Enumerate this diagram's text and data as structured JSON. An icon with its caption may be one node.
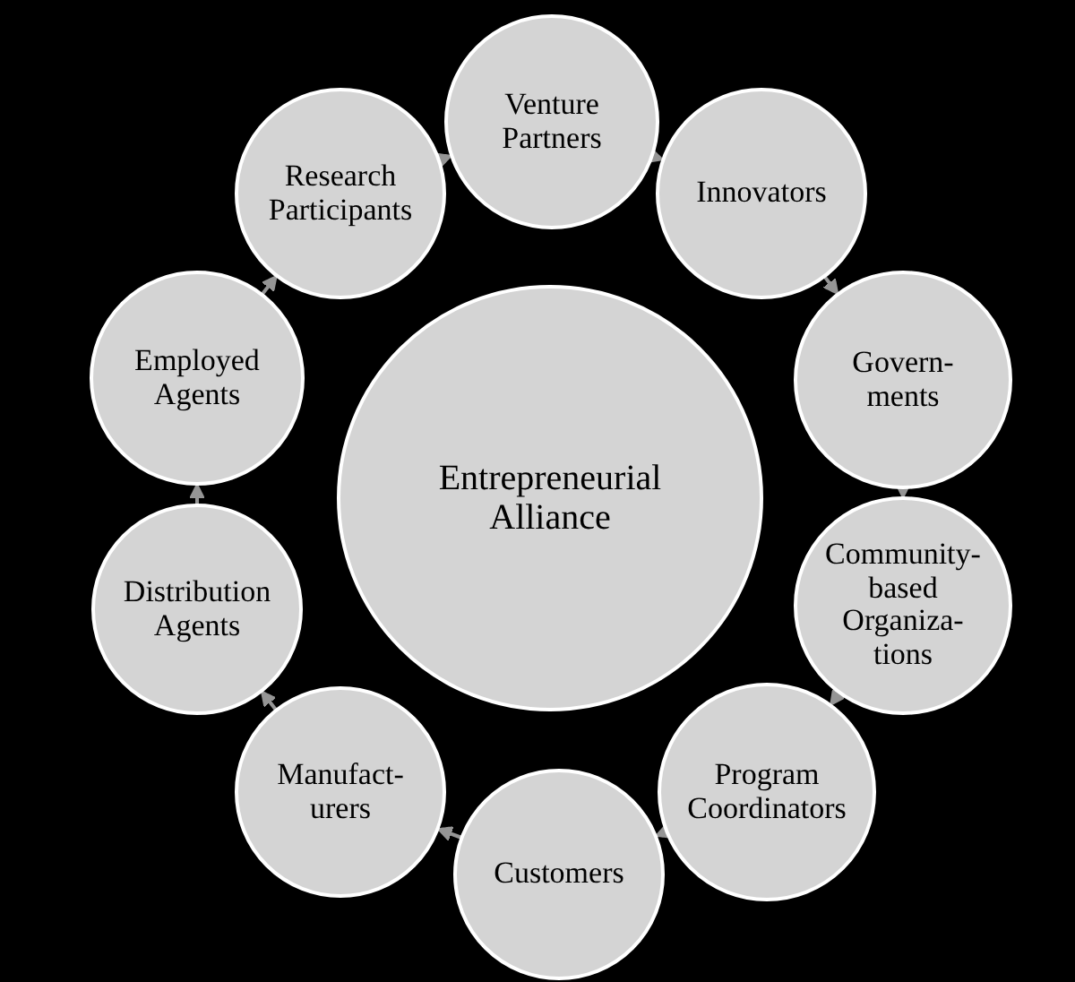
{
  "diagram": {
    "nodes": [
      {
        "text": [
          "Entrepreneurial Alliance"
        ]
      },
      {
        "text": [
          "Venture Partners"
        ]
      },
      {
        "text": [
          "Innovators"
        ]
      },
      {
        "text": [
          "Govern- ments"
        ]
      },
      {
        "text": [
          "Community- based Organiza- tions"
        ]
      },
      {
        "text": [
          "Program Coordinators"
        ]
      },
      {
        "text": [
          "Customers"
        ]
      },
      {
        "text": [
          "Manufact- urers"
        ]
      },
      {
        "text": [
          "Distribution Agents"
        ]
      },
      {
        "text": [
          "Employed Agents"
        ]
      },
      {
        "text": [
          "Research Participants"
        ]
      }
    ],
    "edges": [
      {
        "from": 1,
        "to": 2,
        "arrow": "to"
      },
      {
        "from": 2,
        "to": 3,
        "arrow": "to"
      },
      {
        "from": 3,
        "to": 4,
        "arrow": "to"
      },
      {
        "from": 4,
        "to": 5,
        "arrow": "to"
      },
      {
        "from": 5,
        "to": 6,
        "arrow": "to"
      },
      {
        "from": 6,
        "to": 7,
        "arrow": "to"
      },
      {
        "from": 7,
        "to": 8,
        "arrow": "to"
      },
      {
        "from": 8,
        "to": 9,
        "arrow": "to"
      },
      {
        "from": 9,
        "to": 10,
        "arrow": "to"
      },
      {
        "from": 10,
        "to": 1,
        "arrow": "to"
      }
    ]
  }
}
